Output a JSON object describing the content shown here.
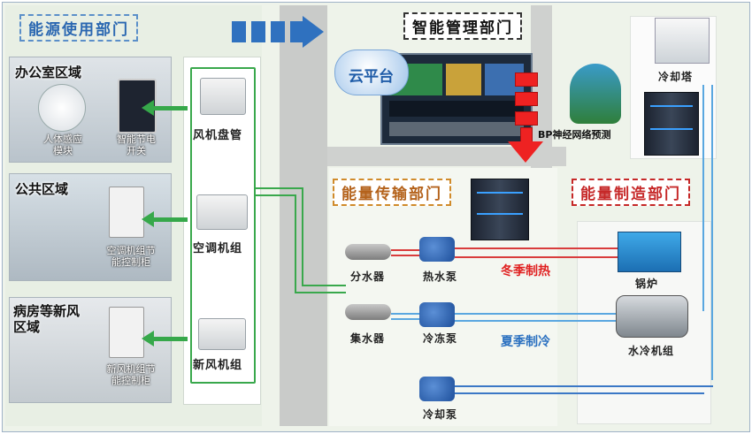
{
  "titles": {
    "energy_use": "能源使用部门",
    "smart_mgmt": "智能管理部门",
    "transport": "能量传输部门",
    "production": "能量制造部门"
  },
  "rooms": {
    "office": {
      "label": "办公室区域",
      "sensor": "人体感应\n模块",
      "switch": "智能节电\n开关"
    },
    "public": {
      "label": "公共区域",
      "cabinet": "空调机组节\n能控制柜"
    },
    "ward": {
      "label": "病房等新风\n区域",
      "cabinet": "新风机组节\n能控制柜"
    }
  },
  "equipment": {
    "fan_coil": "风机盘管",
    "ahu": "空调机组",
    "fresh_air": "新风机组"
  },
  "mgmt": {
    "cloud": "云平台",
    "bp": "BP神经网络预测"
  },
  "transport": {
    "distributor": "分水器",
    "collector": "集水器",
    "hot_pump": "热水泵",
    "chilled_pump": "冷冻泵",
    "cooling_pump": "冷却泵",
    "winter": "冬季制热",
    "summer": "夏季制冷"
  },
  "production": {
    "boiler": "锅炉",
    "chiller": "水冷机组",
    "tower": "冷却塔"
  },
  "colors": {
    "green_arrow": "#36a84a",
    "winter_red": "#e02020",
    "summer_blue": "#2a70c0"
  }
}
